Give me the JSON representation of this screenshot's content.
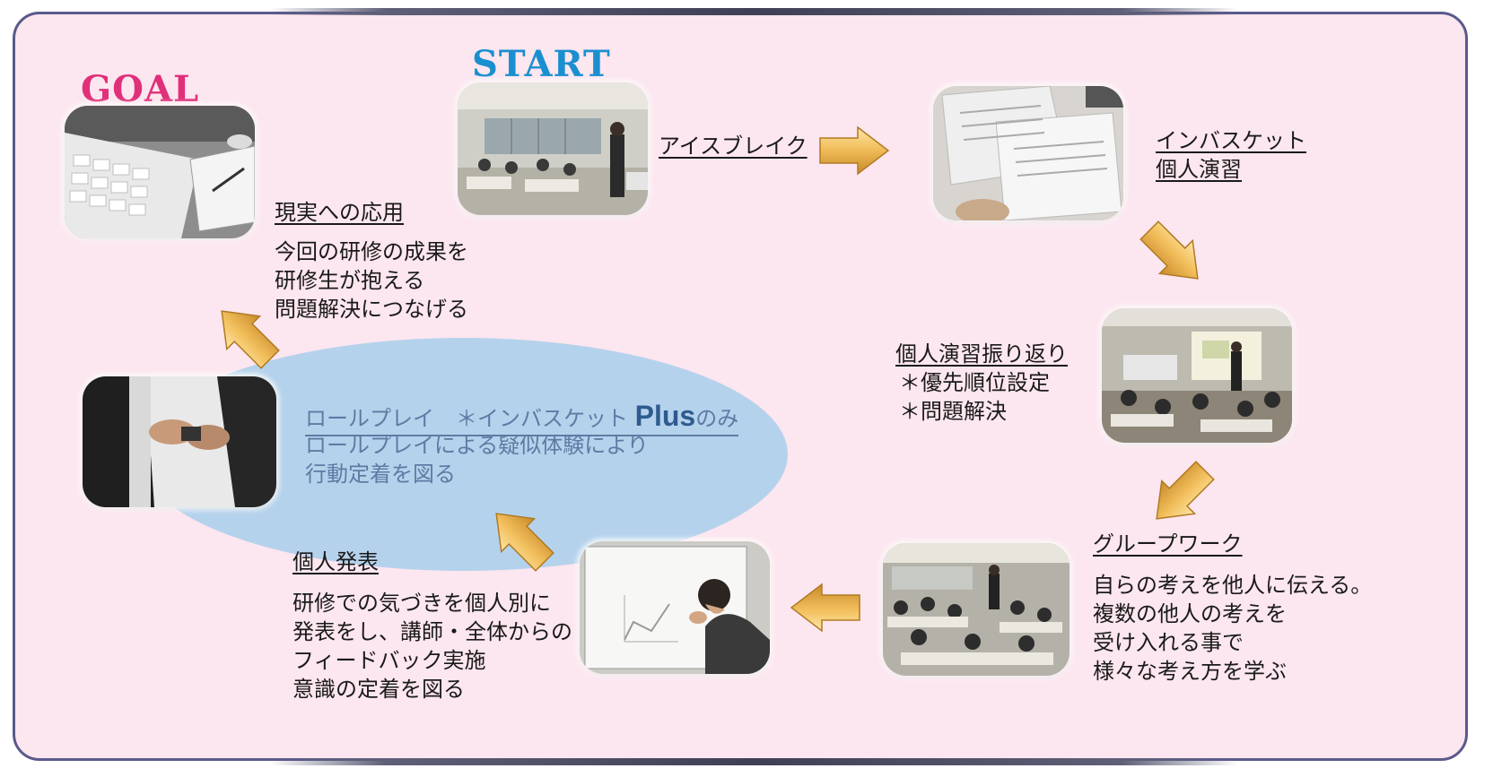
{
  "goal_label": "GOAL",
  "start_label": "START",
  "steps": {
    "icebreak": {
      "title": "アイスブレイク"
    },
    "inbasket": {
      "title_line1": "インバスケット",
      "title_line2": "個人演習"
    },
    "review": {
      "title": "個人演習振り返り",
      "line1": "＊優先順位設定",
      "line2": "＊問題解決"
    },
    "groupwork": {
      "title": "グループワーク",
      "line1": "自らの考えを他人に伝える。",
      "line2": "複数の他人の考えを",
      "line3": "受け入れる事で",
      "line4": "様々な考え方を学ぶ"
    },
    "presentation": {
      "title": "個人発表",
      "line1": "研修での気づきを個人別に",
      "line2": "発表をし、講師・全体からの",
      "line3": "フィードバック実施",
      "line4": "意識の定着を図る"
    },
    "roleplay": {
      "title_prefix": "ロールプレイ　＊インバスケット ",
      "title_plus": "Plus",
      "title_suffix": "のみ",
      "line1": "ロールプレイによる疑似体験により",
      "line2": "行動定着を図る"
    },
    "application": {
      "title": "現実への応用",
      "line1": "今回の研修の成果を",
      "line2": "研修生が抱える",
      "line3": "問題解決につなげる"
    }
  },
  "colors": {
    "background": "#fce6ef",
    "frame_border": "#5a5a8c",
    "goal": "#e0307a",
    "start": "#1a8fcf",
    "ellipse": "#b5d2ec",
    "arrow": "#eeb24a",
    "roleplay_text": "#5d7ba4"
  },
  "icons": [
    "goal-keyboard-photo-icon",
    "start-classroom-photo-icon",
    "documents-photo-icon",
    "lecture-photo-icon",
    "group-classroom-photo-icon",
    "whiteboard-photo-icon",
    "handshake-photo-icon",
    "arrow-icon"
  ]
}
